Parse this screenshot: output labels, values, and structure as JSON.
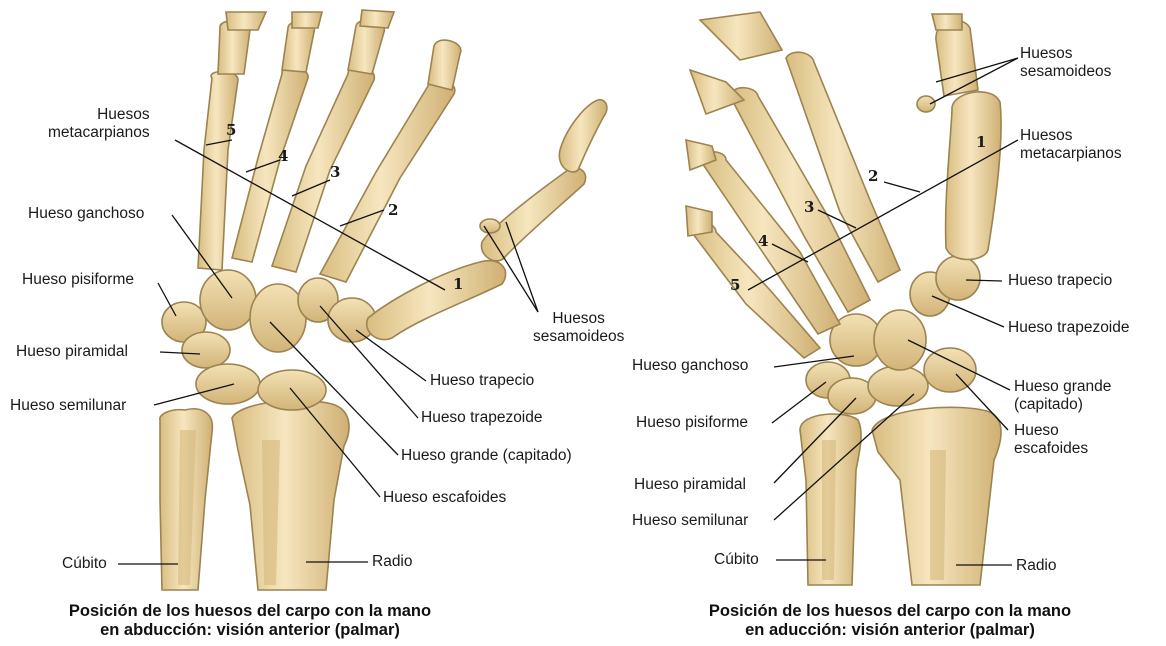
{
  "left_panel": {
    "caption_line1": "Posición de los huesos del carpo con la mano",
    "caption_line2": "en abducción: visión anterior (palmar)",
    "labels": {
      "huesos_metacarpianos": "Huesos\nmetacarpianos",
      "hueso_ganchoso": "Hueso ganchoso",
      "hueso_pisiforme": "Hueso pisiforme",
      "hueso_piramidal": "Hueso piramidal",
      "hueso_semilunar": "Hueso semilunar",
      "huesos_sesamoideos": "Huesos\nsesamoideos",
      "hueso_trapecio": "Hueso trapecio",
      "hueso_trapezoide": "Hueso trapezoide",
      "hueso_grande": "Hueso grande (capitado)",
      "hueso_escafoides": "Hueso escafoides",
      "cubito": "Cúbito",
      "radio": "Radio"
    },
    "numbers": [
      "5",
      "4",
      "3",
      "2",
      "1"
    ]
  },
  "right_panel": {
    "caption_line1": "Posición de los huesos del carpo con la mano",
    "caption_line2": "en aducción: visión anterior (palmar)",
    "labels": {
      "huesos_sesamoideos": "Huesos\nsesamoideos",
      "huesos_metacarpianos": "Huesos\nmetacarpianos",
      "hueso_trapecio": "Hueso trapecio",
      "hueso_trapezoide": "Hueso trapezoide",
      "hueso_grande": "Hueso grande\n(capitado)",
      "hueso_escafoides": "Hueso\nescafoides",
      "hueso_ganchoso": "Hueso ganchoso",
      "hueso_pisiforme": "Hueso pisiforme",
      "hueso_piramidal": "Hueso piramidal",
      "hueso_semilunar": "Hueso semilunar",
      "cubito": "Cúbito",
      "radio": "Radio"
    },
    "numbers": [
      "1",
      "2",
      "3",
      "4",
      "5"
    ]
  }
}
